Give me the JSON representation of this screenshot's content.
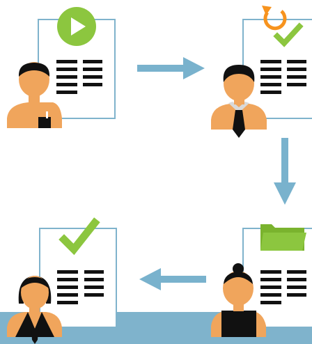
{
  "colors": {
    "doc_border": "#7fb3cc",
    "arrow": "#79b2cd",
    "skin": "#f0a55c",
    "hair": "#111111",
    "text_lines": "#111111",
    "green": "#8cc63f",
    "orange": "#f7931e",
    "floor": "#7fb3cc",
    "collar": "#d9d9d9",
    "background": "#ffffff"
  },
  "steps": [
    {
      "id": "start",
      "badge_icon": "play-icon",
      "person": "man-with-cup"
    },
    {
      "id": "review",
      "badge_icon": "refresh-check-icon",
      "person": "man-with-tie"
    },
    {
      "id": "file",
      "badge_icon": "folder-icon",
      "person": "woman-with-bun"
    },
    {
      "id": "approve",
      "badge_icon": "checkmark-icon",
      "person": "woman-in-suit"
    }
  ],
  "flow": [
    "right-arrow",
    "down-arrow",
    "left-arrow"
  ]
}
